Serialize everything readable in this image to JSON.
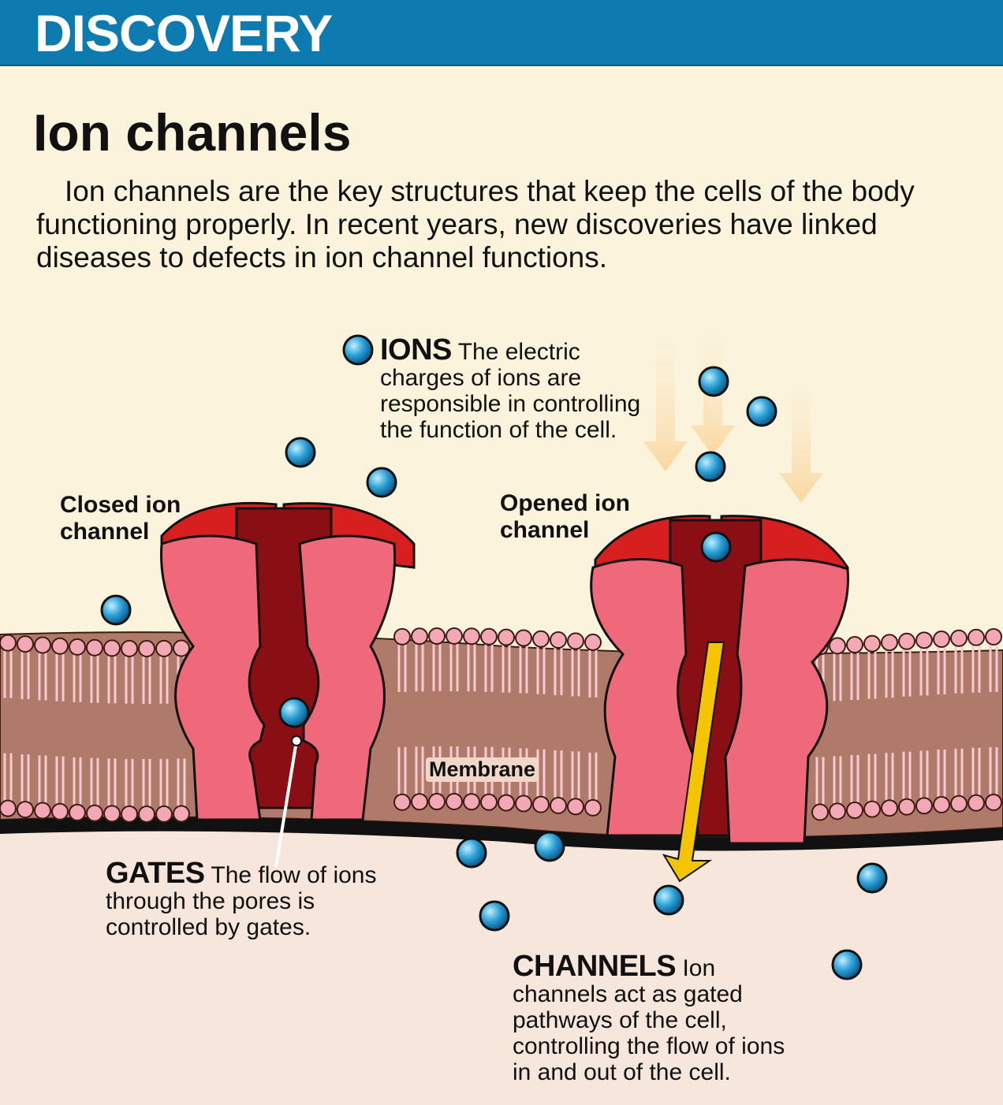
{
  "header": {
    "label": "DISCOVERY",
    "color": "#0e7bb0"
  },
  "title": "Ion channels",
  "intro": "Ion channels are the key structures that keep the cells of the body functioning properly. In recent years, new discoveries have linked diseases to defects in ion channel functions.",
  "labels": {
    "closed_line1": "Closed ion",
    "closed_line2": "channel",
    "opened_line1": "Opened ion",
    "opened_line2": "channel",
    "membrane": "Membrane"
  },
  "ions_note": {
    "keyword": "IONS",
    "line1": "The electric",
    "line2": "charges of ions are",
    "line3": "responsible in controlling",
    "line4": "the function of the cell."
  },
  "gates_note": {
    "keyword": "GATES",
    "line1": "The flow of ions",
    "line2": "through the pores is",
    "line3": "controlled by gates."
  },
  "channels_note": {
    "keyword": "CHANNELS",
    "line1": "Ion",
    "line2": "channels act as gated",
    "line3": "pathways of the cell,",
    "line4": "controlling the flow of ions",
    "line5": "in and out of the cell."
  },
  "colors": {
    "background": "#fbf3dc",
    "ion": "#2a9fd6",
    "channel_pink": "#f0697a",
    "channel_dark": "#8a0f14",
    "channel_cap": "#d81f1f",
    "arrow": "#f4c400",
    "membrane_tail": "#b07a6a",
    "lipid_head": "#f4a7b4"
  }
}
